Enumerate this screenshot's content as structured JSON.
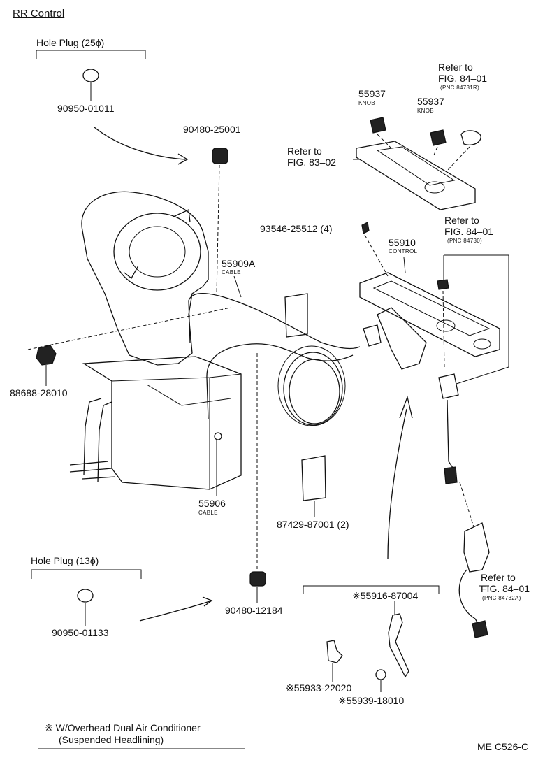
{
  "title": "RR Control",
  "groups": {
    "hole_plug_25": "Hole Plug (25ϕ)",
    "hole_plug_13": "Hole Plug (13ϕ)"
  },
  "parts": {
    "p90950_01011": "90950-01011",
    "p90480_25001": "90480-25001",
    "p55937_a": "55937",
    "p55937_a_name": "KNOB",
    "p55937_b": "55937",
    "p55937_b_name": "KNOB",
    "p93546": "93546-25512 (4)",
    "p55910": "55910",
    "p55910_name": "CONTROL",
    "p55909a": "55909A",
    "p55909a_name": "CABLE",
    "p88688": "88688-28010",
    "p55906": "55906",
    "p55906_name": "CABLE",
    "p87429": "87429-87001 (2)",
    "p55916": "※55916-87004",
    "p90480_12184": "90480-12184",
    "p90950_01133": "90950-01133",
    "p55933": "※55933-22020",
    "p55939": "※55939-18010"
  },
  "refs": {
    "ref1_line1": "Refer to",
    "ref1_line2": "FIG. 84–01",
    "ref1_pnc": "(PNC 84731R)",
    "ref2_line1": "Refer to",
    "ref2_line2": "FIG. 83–02",
    "ref3_line1": "Refer to",
    "ref3_line2": "FIG. 84–01",
    "ref3_pnc": "(PNC 84730)",
    "ref4_line1": "Refer to",
    "ref4_line2": "FIG. 84–01",
    "ref4_pnc": "(PNC 84732A)"
  },
  "footnote": {
    "line1": "※ W/Overhead Dual Air Conditioner",
    "line2": "(Suspended Headlining)"
  },
  "code": "ME C526-C"
}
